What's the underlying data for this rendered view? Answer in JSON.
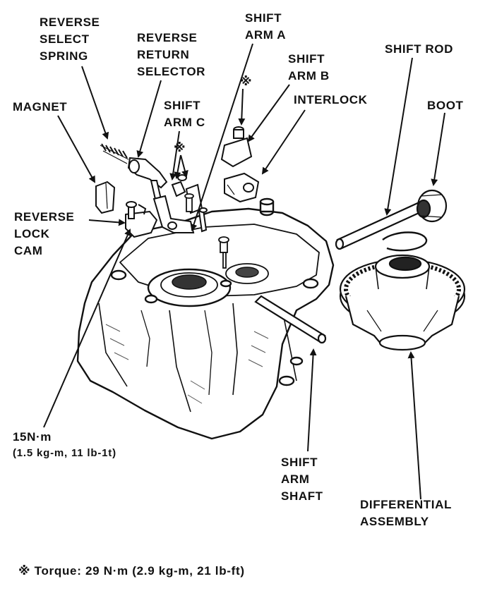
{
  "labels": {
    "reverse_select_spring": "REVERSE\nSELECT\nSPRING",
    "reverse_return_selector": "REVERSE\nRETURN\nSELECTOR",
    "shift_arm_a": "SHIFT\nARM A",
    "shift_arm_b": "SHIFT\nARM B",
    "shift_rod": "SHIFT ROD",
    "magnet": "MAGNET",
    "shift_arm_c": "SHIFT\nARM C",
    "interlock": "INTERLOCK",
    "boot": "BOOT",
    "reverse_lock_cam": "REVERSE\nLOCK\nCAM",
    "torque_value": "15N·m",
    "torque_value_alt": "(1.5 kg-m, 11 lb-1t)",
    "shift_arm_shaft": "SHIFT\nARM\nSHAFT",
    "differential_assembly": "DIFFERENTIAL\nASSEMBLY",
    "asterisk_mark_1": "※",
    "asterisk_mark_2": "※",
    "footnote": "※ Torque: 29 N·m (2.9 kg-m, 21 lb-ft)"
  },
  "colors": {
    "ink": "#111111",
    "paper": "#ffffff",
    "shade": "#555555"
  }
}
